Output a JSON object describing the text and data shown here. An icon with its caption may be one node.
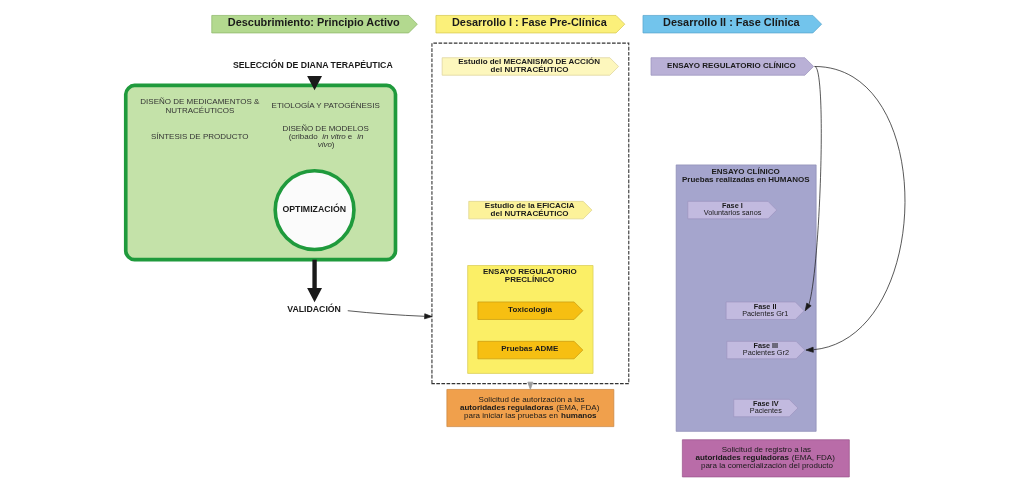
{
  "diagram": {
    "nodes": [
      {
        "text": [
          "Descubrimiento: Principio Activo"
        ]
      },
      {
        "text": [
          "SELECCIÓN DE DIANA TERAPÉUTICA"
        ]
      },
      {
        "text": [
          "DISEÑO DE MEDICAMENTOS & NUTRACÉUTICOS",
          "ETIOLOGÍA Y PATOGÉNESIS",
          "SÍNTESIS DE PRODUCTO",
          "DISEÑO DE MODELOS (cribado *in vitro* e *in vivo*)"
        ]
      },
      {
        "text": [
          "OPTIMIZACIÓN"
        ],
        "in": 2
      },
      {
        "text": [
          "VALIDACIÓN"
        ]
      },
      {
        "text": [
          "Desarrollo I : Fase Pre-Clínica"
        ]
      },
      {
        "text": [],
        "shape": "box"
      },
      {
        "text": [
          "Estudio del MECANISMO DE ACCIÓN del NUTRACÉUTICO"
        ],
        "in": 6
      },
      {
        "text": [
          "Estudio de la EFICACIA del NUTRACÉUTICO"
        ],
        "in": 6
      },
      {
        "text": [
          "ENSAYO REGULATORIO PRECLÍNICO"
        ],
        "in": 6
      },
      {
        "text": [
          "Toxicología"
        ],
        "in": 9
      },
      {
        "text": [
          "Pruebas ADME"
        ],
        "in": 9
      },
      {
        "text": [
          "Solicitud de autorización a las **autoridades reguladoras** (EMA, FDA) para iniciar las pruebas en **humanos**"
        ]
      },
      {
        "text": [
          "Desarrollo II : Fase Clínica"
        ]
      },
      {
        "text": [
          "ENSAYO REGULATORIO CLÍNICO"
        ]
      },
      {
        "text": [
          "ENSAYO CLÍNICO",
          "Pruebas realizadas en HUMANOS"
        ]
      },
      {
        "text": [
          "Fase I",
          "Voluntarios sanos"
        ],
        "in": 15
      },
      {
        "text": [
          "Fase II",
          "Pacientes Gr1"
        ],
        "in": 15
      },
      {
        "text": [
          "Fase III",
          "Pacientes Gr2"
        ],
        "in": 15
      },
      {
        "text": [
          "Fase IV",
          "Pacientes"
        ],
        "in": 15
      },
      {
        "text": [
          "Solicitud de registro a las **autoridades reguladoras** (EMA, FDA) para la comercialización del producto"
        ]
      }
    ],
    "edges": [
      {
        "from": 1,
        "to": 2,
        "arrow": "to",
        "style": "thick"
      },
      {
        "from": 2,
        "to": 4,
        "arrow": "to",
        "style": "thick"
      },
      {
        "from": 4,
        "to": 6,
        "arrow": "to"
      },
      {
        "from": 6,
        "to": 12,
        "arrow": "to",
        "color": "#9a9a9a"
      },
      {
        "from": 14,
        "to": 17,
        "arrow": "to"
      },
      {
        "from": 14,
        "to": 18,
        "arrow": "to"
      }
    ]
  }
}
